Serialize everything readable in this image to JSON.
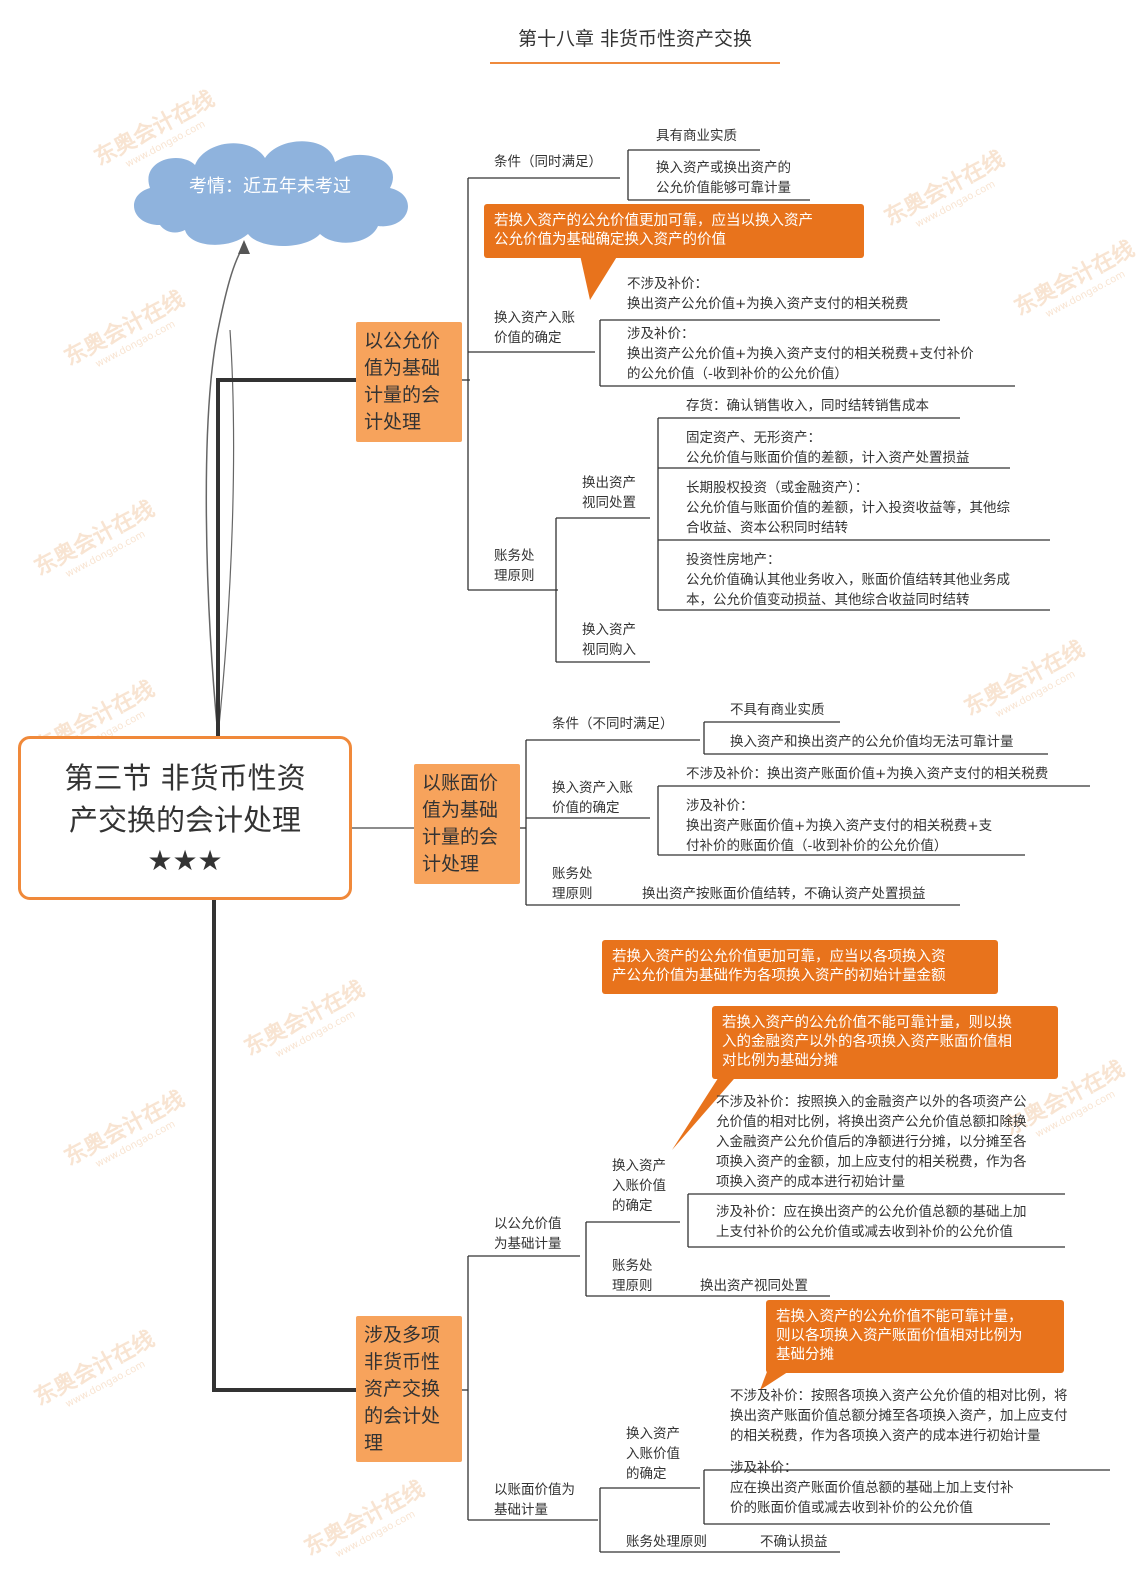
{
  "header": {
    "title": "第十八章 非货币性资产交换"
  },
  "cloud": {
    "text": "考情：近五年未考过"
  },
  "root": {
    "line1": "第三节 非货币性资",
    "line2": "产交换的会计处理",
    "stars": "★★★"
  },
  "watermark": {
    "brand": "东奥会计在线",
    "url": "www.dongao.com"
  },
  "branch1": {
    "label": [
      "以公允价",
      "值为基础",
      "计量的会",
      "计处理"
    ],
    "condition": {
      "label": "条件（同时满足）",
      "items": [
        "具有商业实质",
        [
          "换入资产或换出资产的",
          "公允价值能够可靠计量"
        ]
      ]
    },
    "callout": [
      "若换入资产的公允价值更加可靠，应当以换入资产",
      "公允价值为基础确定换入资产的价值"
    ],
    "value": {
      "label": [
        "换入资产入账",
        "价值的确定"
      ],
      "no_supp": [
        "不涉及补价：",
        "换出资产公允价值+为换入资产支付的相关税费"
      ],
      "supp": [
        "涉及补价：",
        "换出资产公允价值+为换入资产支付的相关税费+支付补价",
        "的公允价值（-收到补价的公允价值）"
      ]
    },
    "accounting": {
      "label": [
        "账务处",
        "理原则"
      ],
      "sale": {
        "label": [
          "换出资产",
          "视同处置"
        ],
        "items": [
          [
            "存货：确认销售收入，同时结转销售成本"
          ],
          [
            "固定资产、无形资产：",
            "公允价值与账面价值的差额，计入资产处置损益"
          ],
          [
            "长期股权投资（或金融资产）：",
            "公允价值与账面价值的差额，计入投资收益等，其他综",
            "合收益、资本公积同时结转"
          ],
          [
            "投资性房地产：",
            "公允价值确认其他业务收入，账面价值结转其他业务成",
            "本，公允价值变动损益、其他综合收益同时结转"
          ]
        ]
      },
      "purchase": [
        "换入资产",
        "视同购入"
      ]
    }
  },
  "branch2": {
    "label": [
      "以账面价",
      "值为基础",
      "计量的会",
      "计处理"
    ],
    "condition": {
      "label": "条件（不同时满足）",
      "items": [
        "不具有商业实质",
        "换入资产和换出资产的公允价值均无法可靠计量"
      ]
    },
    "value": {
      "label": [
        "换入资产入账",
        "价值的确定"
      ],
      "no_supp": "不涉及补价：换出资产账面价值+为换入资产支付的相关税费",
      "supp": [
        "涉及补价：",
        "换出资产账面价值+为换入资产支付的相关税费+支",
        "付补价的账面价值（-收到补价的公允价值）"
      ]
    },
    "accounting": {
      "label": [
        "账务处",
        "理原则"
      ],
      "text": "换出资产按账面价值结转，不确认资产处置损益"
    }
  },
  "branch3": {
    "label": [
      "涉及多项",
      "非货币性",
      "资产交换",
      "的会计处",
      "理"
    ],
    "callout1": [
      "若换入资产的公允价值更加可靠，应当以各项换入资",
      "产公允价值为基础作为各项换入资产的初始计量金额"
    ],
    "callout2": [
      "若换入资产的公允价值不能可靠计量，则以换",
      "入的金融资产以外的各项换入资产账面价值相",
      "对比例为基础分摊"
    ],
    "fair": {
      "label": [
        "以公允价值",
        "为基础计量"
      ],
      "value": {
        "label": [
          "换入资产",
          "入账价值",
          "的确定"
        ],
        "no_supp": [
          "不涉及补价：按照换入的金融资产以外的各项资产公",
          "允价值的相对比例，将换出资产公允价值总额扣除换",
          "入金融资产公允价值后的净额进行分摊，以分摊至各",
          "项换入资产的金额，加上应支付的相关税费，作为各",
          "项换入资产的成本进行初始计量"
        ],
        "supp": [
          "涉及补价：应在换出资产的公允价值总额的基础上加",
          "上支付补价的公允价值或减去收到补价的公允价值"
        ]
      },
      "accounting": {
        "label": [
          "账务处",
          "理原则"
        ],
        "text": "换出资产视同处置"
      }
    },
    "callout3": [
      "若换入资产的公允价值不能可靠计量，",
      "则以各项换入资产账面价值相对比例为",
      "基础分摊"
    ],
    "book": {
      "label": [
        "以账面价值为",
        "基础计量"
      ],
      "value": {
        "label": [
          "换入资产",
          "入账价值",
          "的确定"
        ],
        "no_supp": [
          "不涉及补价：按照各项换入资产公允价值的相对比例，将",
          "换出资产账面价值总额分摊至各项换入资产，加上应支付",
          "的相关税费，作为各项换入资产的成本进行初始计量"
        ],
        "supp": [
          "涉及补价：",
          "应在换出资产账面价值总额的基础上加上支付补",
          "价的账面价值或减去收到补价的公允价值"
        ]
      },
      "accounting": {
        "label": "账务处理原则",
        "text": "不确认损益"
      }
    }
  }
}
